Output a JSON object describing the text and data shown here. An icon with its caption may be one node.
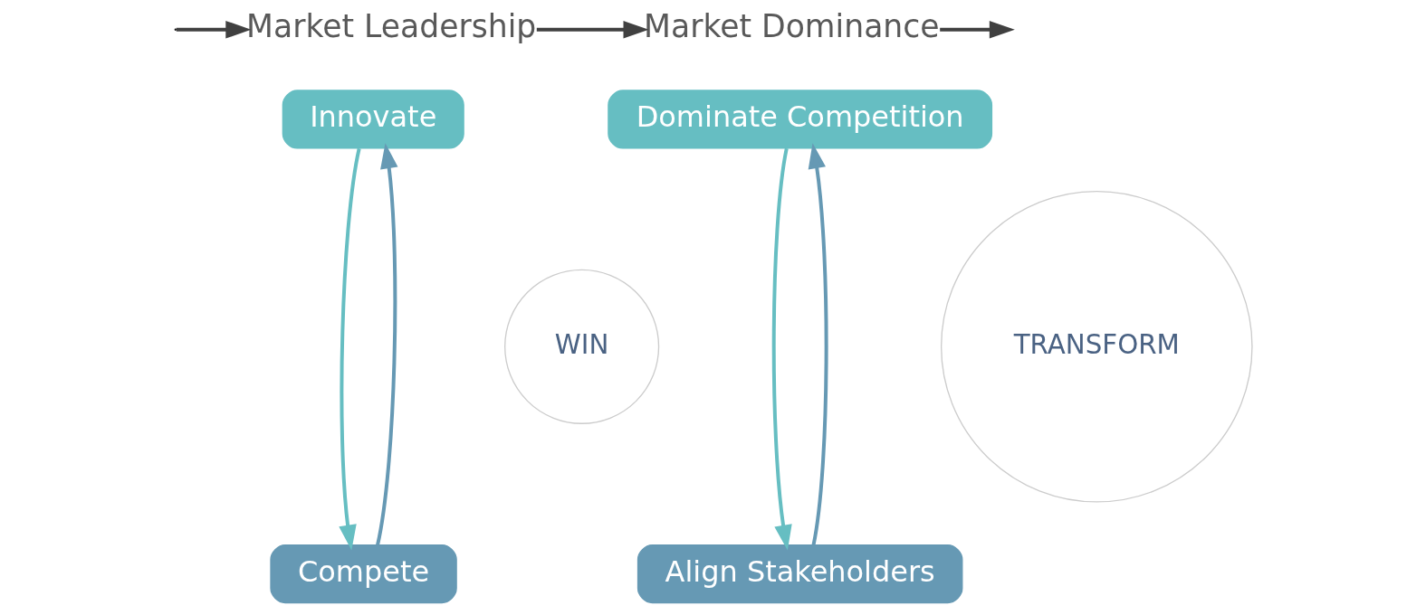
{
  "diagram": {
    "nodes": [
      {
        "text": [
          "Market Leadership"
        ]
      },
      {
        "text": [
          "Market Dominance"
        ]
      },
      {
        "text": [
          "Innovate"
        ]
      },
      {
        "text": [
          "Compete"
        ]
      },
      {
        "text": [
          "WIN"
        ]
      },
      {
        "text": [
          "Dominate Competition"
        ]
      },
      {
        "text": [
          "Align Stakeholders"
        ]
      },
      {
        "text": [
          "TRANSFORM"
        ]
      }
    ],
    "edges": [
      {
        "from": null,
        "to": 0,
        "arrow": "to",
        "color": "#404040"
      },
      {
        "from": 0,
        "to": 1,
        "arrow": "to",
        "color": "#404040"
      },
      {
        "from": 1,
        "to": null,
        "arrow": "to",
        "color": "#404040"
      },
      {
        "from": 2,
        "to": 3,
        "arrow": "to",
        "color": "#66bec2"
      },
      {
        "from": 3,
        "to": 2,
        "arrow": "to",
        "color": "#6699b4"
      },
      {
        "from": 5,
        "to": 6,
        "arrow": "to",
        "color": "#66bec2"
      },
      {
        "from": 6,
        "to": 5,
        "arrow": "to",
        "color": "#6699b4"
      }
    ]
  }
}
